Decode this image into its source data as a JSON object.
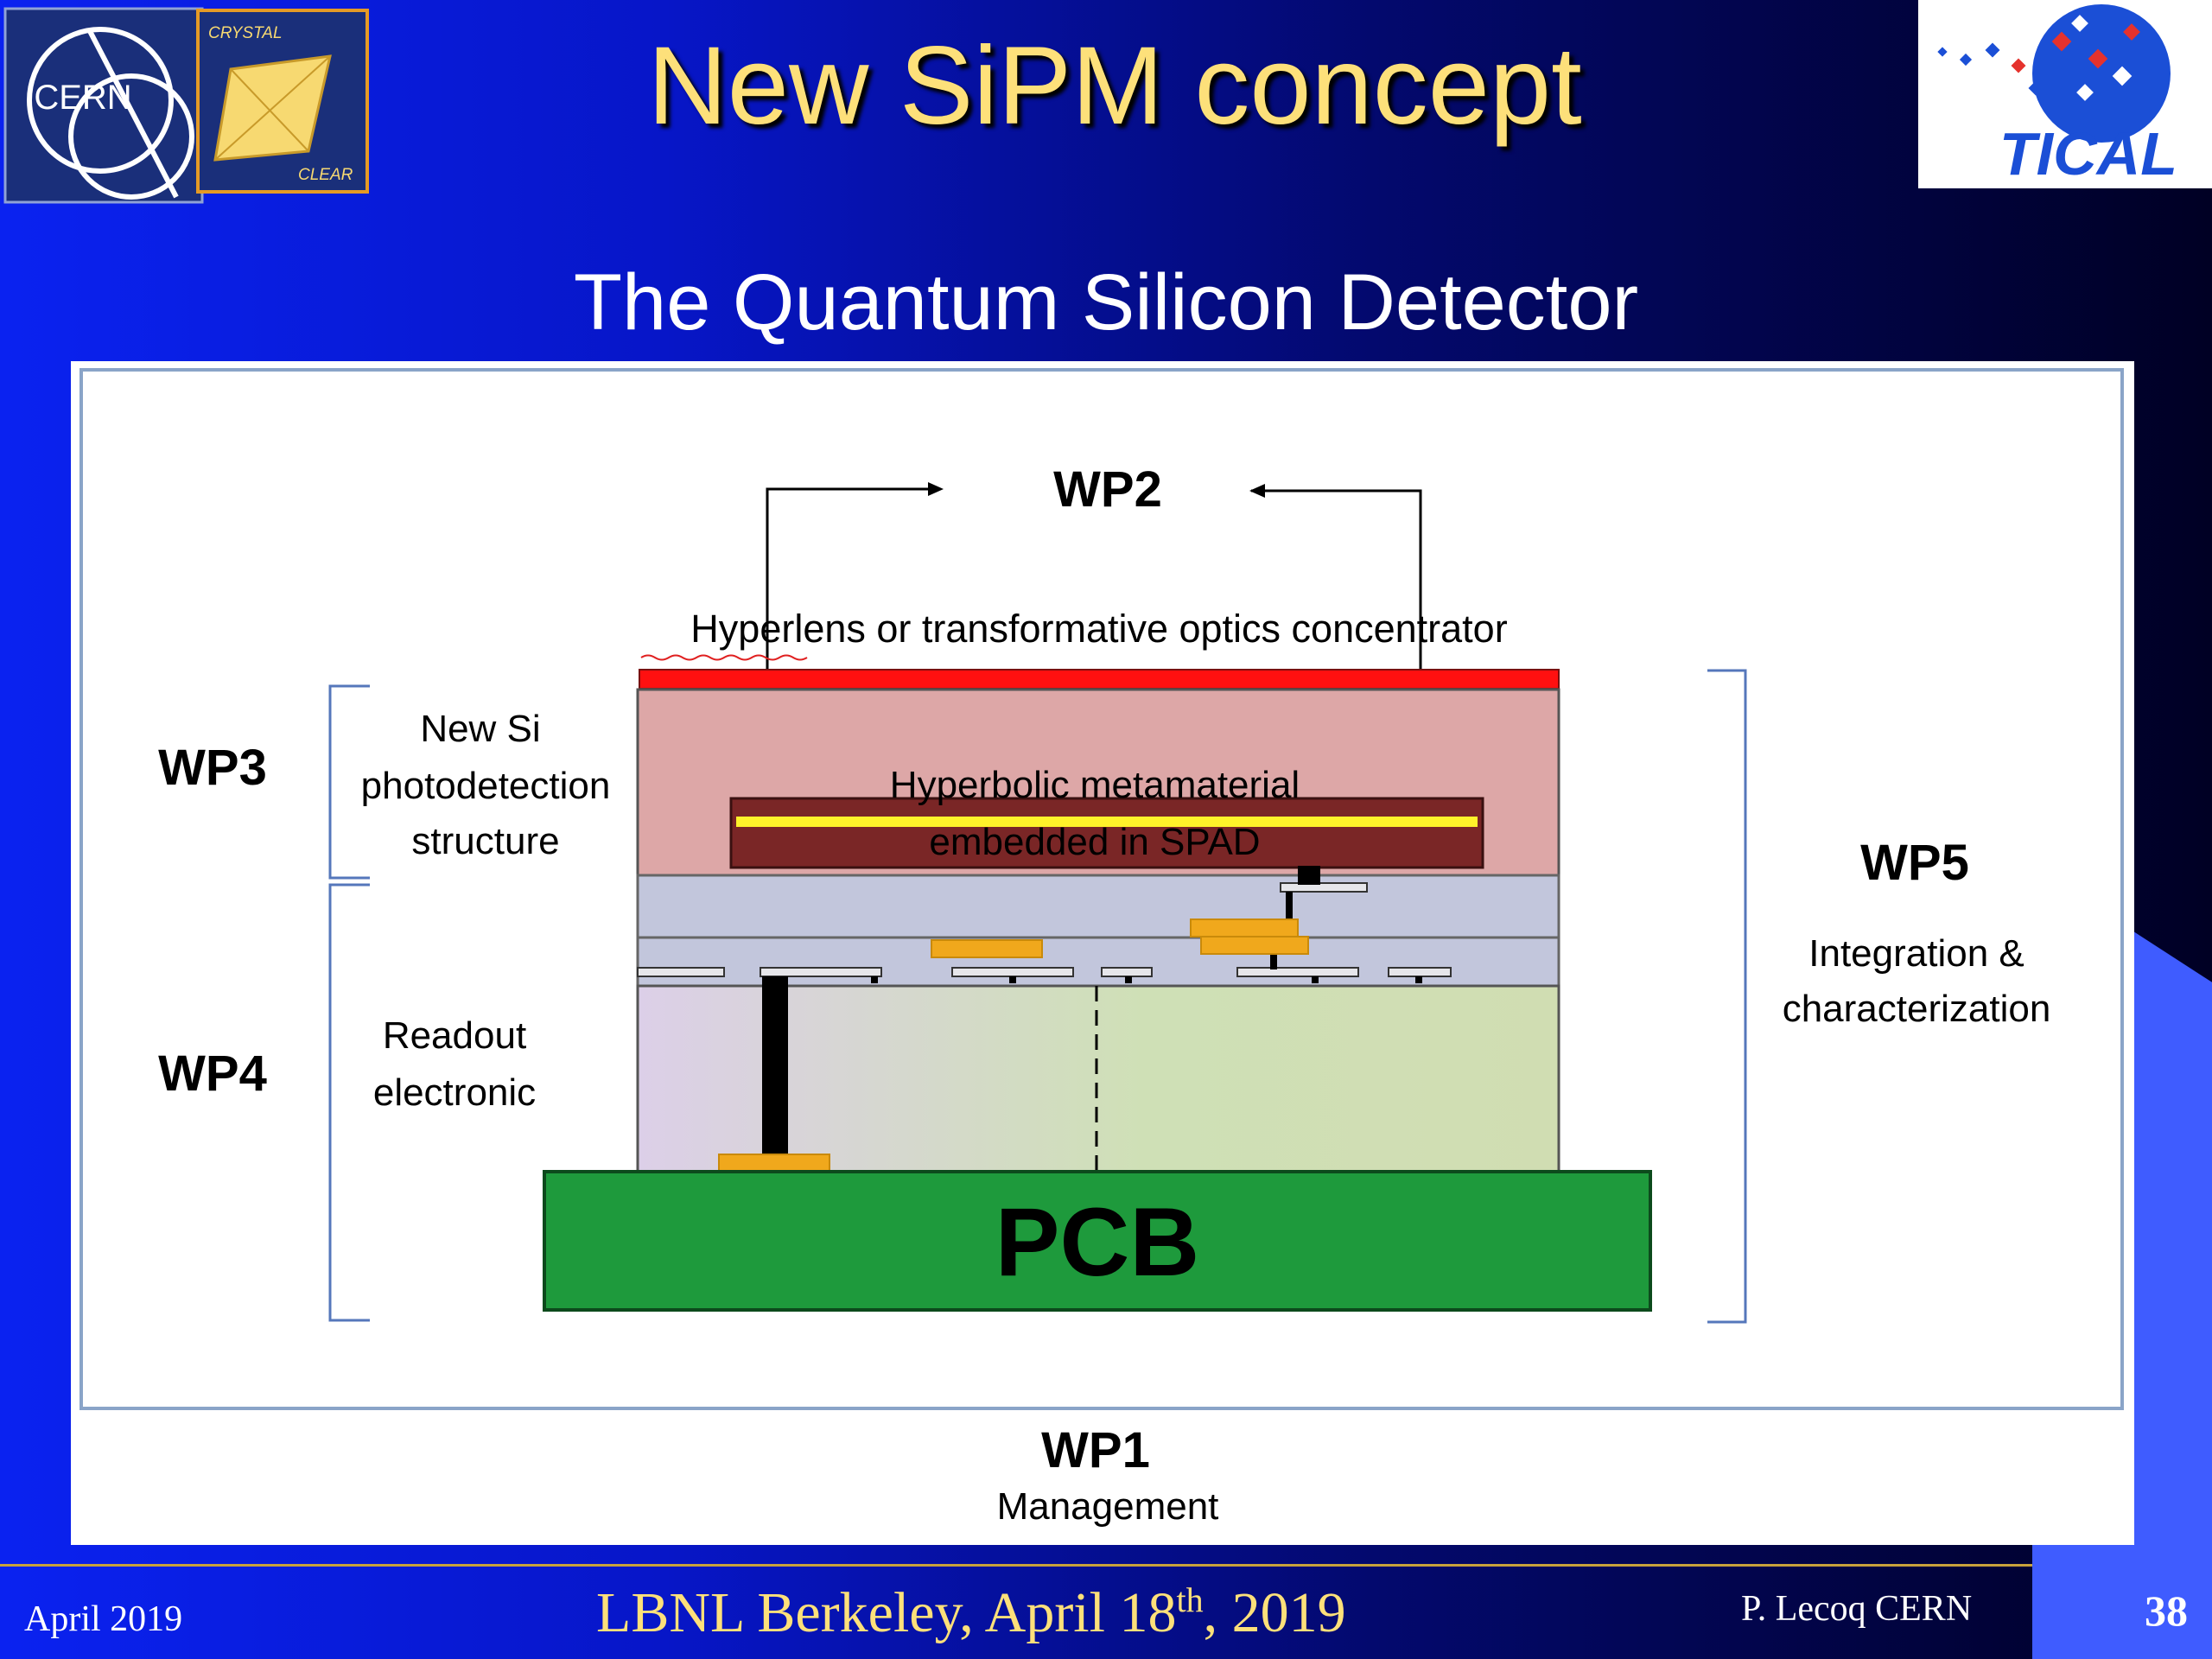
{
  "title": "New SiPM concept",
  "subtitle": "The Quantum Silicon Detector",
  "logos": {
    "cern": "CERN",
    "crystal_clear_top": "CRYSTAL",
    "crystal_clear_bottom": "CLEAR",
    "tical": "TICAL"
  },
  "diagram": {
    "wp2": "WP2",
    "hyperlens": "Hyperlens or transformative optics concentrator",
    "wp3": "WP3",
    "wp3_desc": [
      "New Si",
      "photodetection",
      "structure"
    ],
    "metamaterial": [
      "Hyperbolic metamaterial",
      "embedded in SPAD"
    ],
    "wp4": "WP4",
    "wp4_desc": [
      "Readout",
      "electronic"
    ],
    "pcb": "PCB",
    "wp5": "WP5",
    "wp5_desc": [
      "Integration &",
      "characterization"
    ],
    "wp1": "WP1",
    "wp1_desc": "Management"
  },
  "footer": {
    "date": "April 2019",
    "event_main": "LBNL Berkeley, April 18",
    "event_sup": "th",
    "event_end": ", 2019",
    "author": "P. Lecoq  CERN",
    "page": "38"
  },
  "colors": {
    "title": "#fde07a",
    "hyperlens_bar": "#ff1010",
    "spad_layer": "#dda7a7",
    "metamaterial": "#7a2626",
    "pcb": "#1e9a3c",
    "contacts": "#f0a81c"
  }
}
